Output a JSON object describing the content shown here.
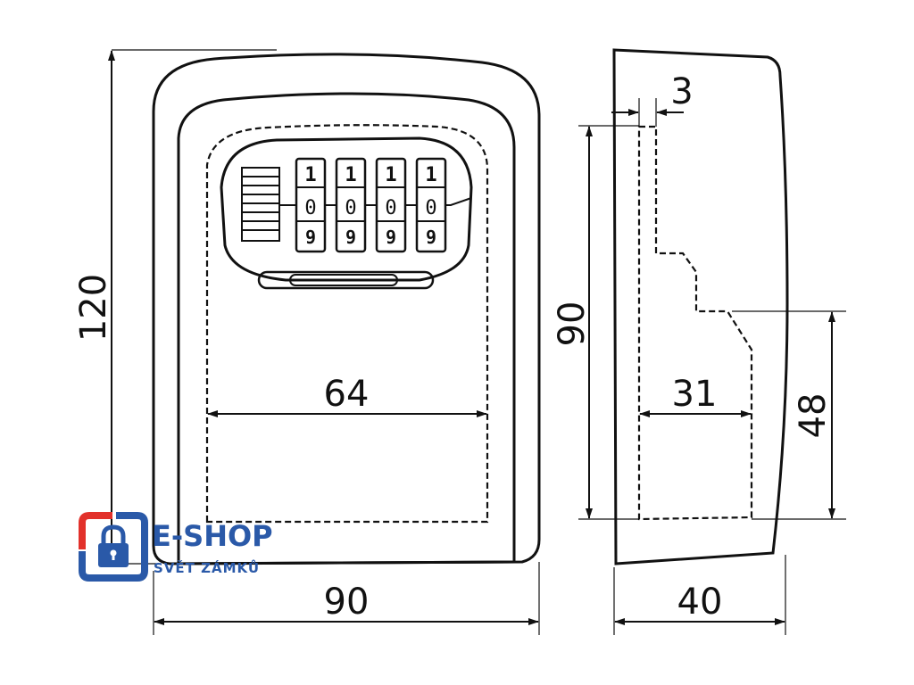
{
  "dimensions": {
    "front_height": "120",
    "front_width": "90",
    "inner_width": "64",
    "side_depth": "40",
    "side_inner_height": "90",
    "side_wall": "3",
    "side_inner_depth": "31",
    "side_lower_height": "48"
  },
  "dials": {
    "top_digit": "1",
    "middle_digit": "0",
    "bottom_digit": "9"
  },
  "logo": {
    "title": "E-SHOP",
    "subtitle": "SVĚT ZÁMKŮ",
    "colors": {
      "blue": "#2a59a8",
      "red": "#e2312b"
    }
  }
}
